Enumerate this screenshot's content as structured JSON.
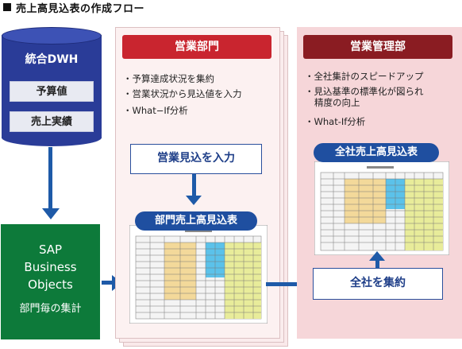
{
  "title": "売上高見込表の作成フロー",
  "dwh": {
    "title": "統合DWH",
    "items": [
      "予算値",
      "売上実績"
    ]
  },
  "sap": {
    "line1": "SAP",
    "line2": "Business",
    "line3": "Objects",
    "sub": "部門毎の集計"
  },
  "dept": {
    "header": "営業部門",
    "bullets": [
      "・予算達成状況を集約",
      "・営業状況から見込値を入力",
      "・What−If分析"
    ],
    "input_box": "営業見込を入力",
    "report_label": "部門売上高見込表"
  },
  "mgmt": {
    "header": "営業管理部",
    "bullets": [
      "・全社集計のスピードアップ",
      "・見込基準の標準化が図られ",
      "精度の向上",
      "・What-If分析"
    ],
    "report_label": "全社売上高見込表",
    "aggregate_box": "全社を集約"
  },
  "colors": {
    "dwh_blue": "#2a3c98",
    "sap_green": "#0d7a3a",
    "dept_red": "#c9252f",
    "mgmt_red": "#8a1c22",
    "arrow_blue": "#1e5aa8"
  }
}
